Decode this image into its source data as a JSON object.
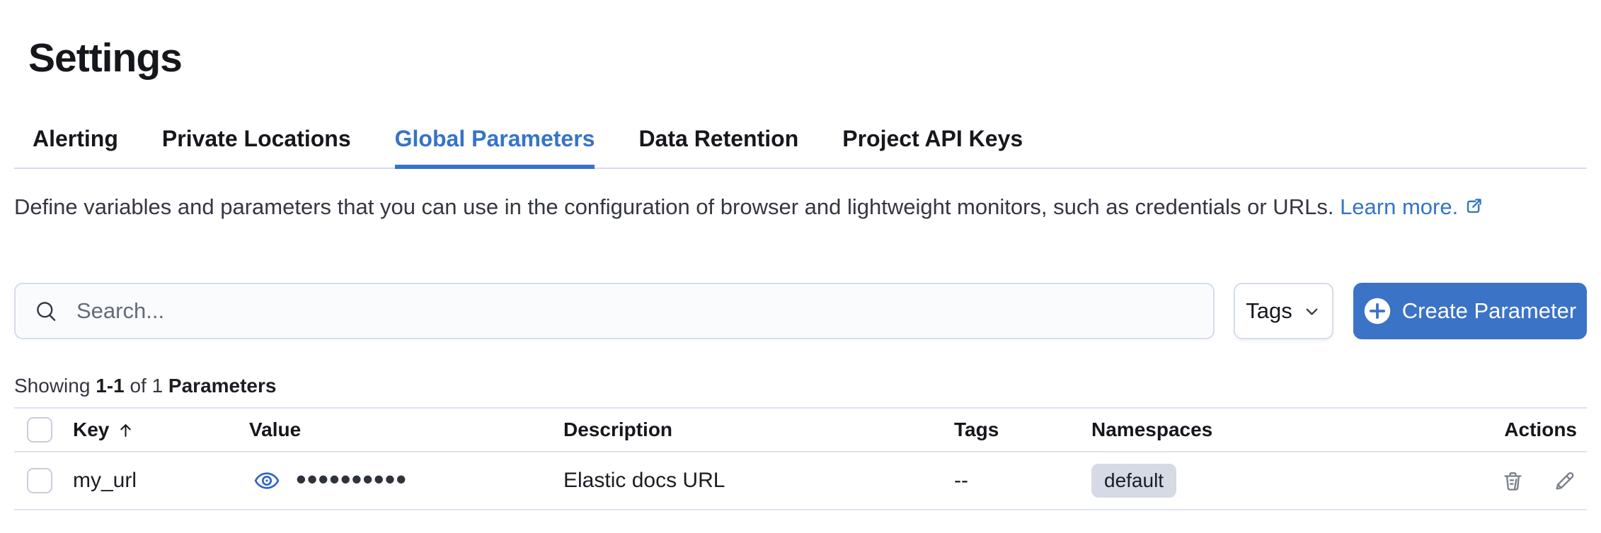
{
  "page": {
    "title": "Settings"
  },
  "tabs": [
    {
      "label": "Alerting",
      "active": false
    },
    {
      "label": "Private Locations",
      "active": false
    },
    {
      "label": "Global Parameters",
      "active": true
    },
    {
      "label": "Data Retention",
      "active": false
    },
    {
      "label": "Project API Keys",
      "active": false
    }
  ],
  "description": {
    "text": "Define variables and parameters that you can use in the configuration of browser and lightweight monitors, such as credentials or URLs.",
    "link_text": "Learn more."
  },
  "toolbar": {
    "search_placeholder": "Search...",
    "tags_button": "Tags",
    "create_button": "Create Parameter"
  },
  "summary": {
    "prefix": "Showing",
    "range": "1-1",
    "middle": "of 1",
    "entity": "Parameters"
  },
  "table": {
    "headers": {
      "key": "Key",
      "value": "Value",
      "description": "Description",
      "tags": "Tags",
      "namespaces": "Namespaces",
      "actions": "Actions"
    },
    "sort": {
      "column": "Key",
      "direction": "ascending"
    },
    "rows": [
      {
        "key": "my_url",
        "value_masked": "••••••••••",
        "description": "Elastic docs URL",
        "tags": "--",
        "namespaces": [
          "default"
        ]
      }
    ]
  },
  "colors": {
    "accent_blue": "#3674C6",
    "button_blue": "#3B73C6",
    "badge_bg": "#D5DAE5",
    "divider": "#DDE3EE",
    "text": "#1C1D23",
    "muted_icon": "#7A7F8A"
  }
}
